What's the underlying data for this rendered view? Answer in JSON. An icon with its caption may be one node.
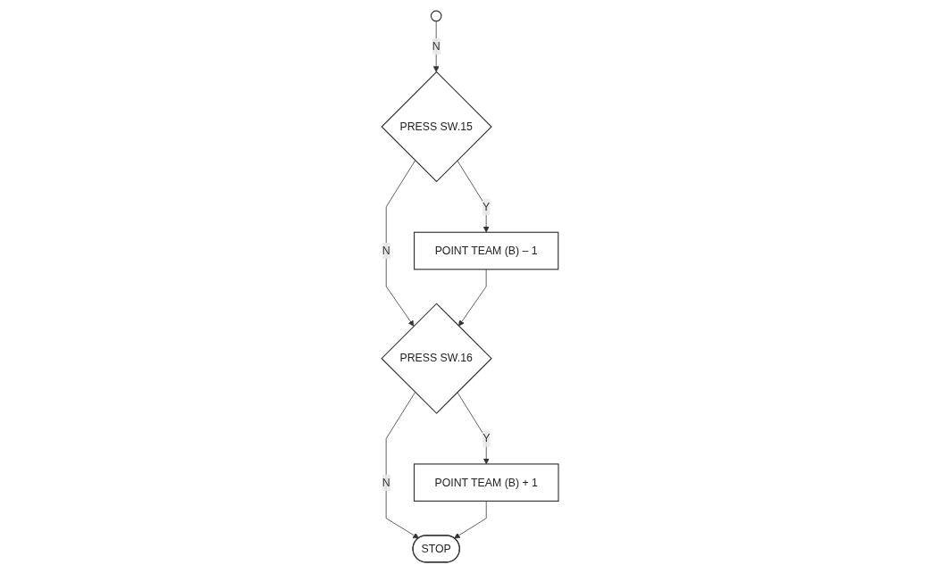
{
  "diagram": {
    "nodes": [
      {
        "text": [],
        "shape": "circle"
      },
      {
        "text": [
          "PRESS SW.15"
        ]
      },
      {
        "text": [
          "POINT TEAM (B) – 1"
        ]
      },
      {
        "text": [
          "PRESS SW.16"
        ]
      },
      {
        "text": [
          "POINT TEAM (B) + 1"
        ]
      },
      {
        "text": [
          "STOP"
        ]
      }
    ],
    "edges": [
      {
        "from": 0,
        "to": 1,
        "arrow": "to",
        "label": "N"
      },
      {
        "from": 1,
        "to": 2,
        "arrow": "to",
        "label": "Y"
      },
      {
        "from": 1,
        "to": 3,
        "arrow": "to",
        "label": "N"
      },
      {
        "from": 2,
        "to": 3,
        "arrow": "to"
      },
      {
        "from": 3,
        "to": 4,
        "arrow": "to",
        "label": "Y"
      },
      {
        "from": 3,
        "to": 5,
        "arrow": "to",
        "label": "N"
      },
      {
        "from": 4,
        "to": 5,
        "arrow": "to"
      }
    ]
  }
}
